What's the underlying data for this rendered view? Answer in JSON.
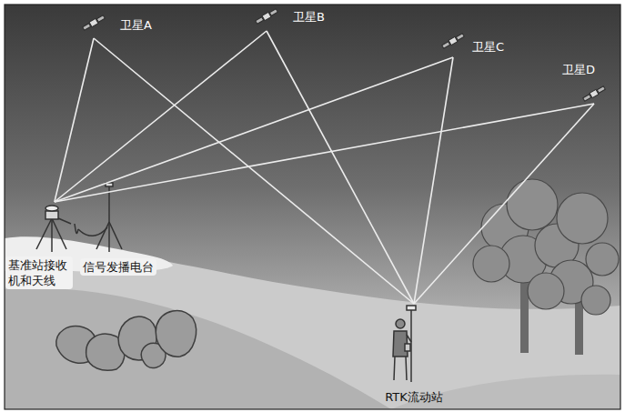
{
  "diagram": {
    "nodes": [
      {
        "text": [
          "卫星A"
        ]
      },
      {
        "text": [
          "卫星B"
        ]
      },
      {
        "text": [
          "卫星C"
        ]
      },
      {
        "text": [
          "卫星D"
        ]
      },
      {
        "text": [
          "基准站接收机和天线"
        ]
      },
      {
        "text": [
          "信号发播电台"
        ]
      },
      {
        "text": [
          "RTK流动站"
        ]
      }
    ],
    "edges": [
      {
        "from": 0,
        "to": 4,
        "arrow": "none"
      },
      {
        "from": 0,
        "to": 6,
        "arrow": "none"
      },
      {
        "from": 1,
        "to": 4,
        "arrow": "none"
      },
      {
        "from": 1,
        "to": 6,
        "arrow": "none"
      },
      {
        "from": 2,
        "to": 4,
        "arrow": "none"
      },
      {
        "from": 2,
        "to": 6,
        "arrow": "none"
      },
      {
        "from": 3,
        "to": 4,
        "arrow": "none"
      },
      {
        "from": 3,
        "to": 6,
        "arrow": "none"
      },
      {
        "from": 4,
        "to": 5,
        "arrow": "none"
      }
    ]
  }
}
